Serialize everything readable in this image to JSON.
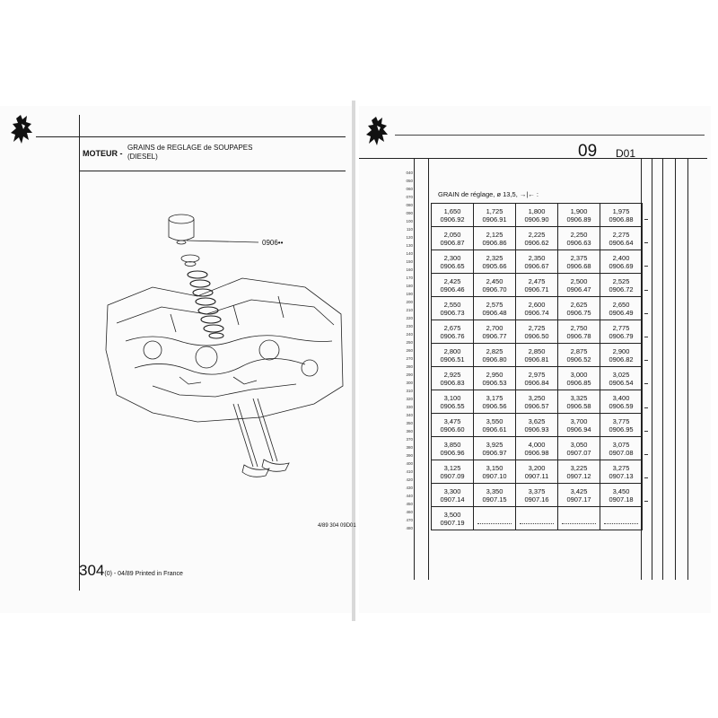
{
  "left_page": {
    "section_label": "MOTEUR -",
    "section_title_line1": "GRAINS de REGLAGE de SOUPAPES",
    "section_title_line2": "(DIESEL)",
    "callout": "0906",
    "figure_ref": "4/89 304  09D01",
    "footer_big": "304",
    "footer_small": "(0) - 04/89 Printed in France"
  },
  "right_page": {
    "chapter_num": "09",
    "chapter_code": "D01",
    "grid_header": "GRAIN de réglage,  ø  13,5,  →|←  :",
    "row_index": [
      "040",
      "050",
      "060",
      "070",
      "080",
      "090",
      "100",
      "110",
      "120",
      "130",
      "140",
      "150",
      "160",
      "170",
      "180",
      "190",
      "200",
      "210",
      "220",
      "230",
      "240",
      "250",
      "260",
      "270",
      "280",
      "290",
      "300",
      "310",
      "320",
      "330",
      "340",
      "350",
      "360",
      "370",
      "380",
      "390",
      "400",
      "410",
      "420",
      "430",
      "440",
      "450",
      "460",
      "470",
      "480"
    ],
    "grid": [
      [
        [
          "1,650",
          "0906.92"
        ],
        [
          "1,725",
          "0906.91"
        ],
        [
          "1,800",
          "0906.90"
        ],
        [
          "1,900",
          "0906.89"
        ],
        [
          "1,975",
          "0906.88"
        ]
      ],
      [
        [
          "2,050",
          "0906.87"
        ],
        [
          "2,125",
          "0906.86"
        ],
        [
          "2,225",
          "0906.62"
        ],
        [
          "2,250",
          "0906.63"
        ],
        [
          "2,275",
          "0906.64"
        ]
      ],
      [
        [
          "2,300",
          "0906.65"
        ],
        [
          "2,325",
          "0905.66"
        ],
        [
          "2,350",
          "0906.67"
        ],
        [
          "2,375",
          "0906.68"
        ],
        [
          "2,400",
          "0906.69"
        ]
      ],
      [
        [
          "2,425",
          "0906.46"
        ],
        [
          "2,450",
          "0906.70"
        ],
        [
          "2,475",
          "0906.71"
        ],
        [
          "2,500",
          "0906.47"
        ],
        [
          "2,525",
          "0906.72"
        ]
      ],
      [
        [
          "2,550",
          "0906.73"
        ],
        [
          "2,575",
          "0906.48"
        ],
        [
          "2,600",
          "0906.74"
        ],
        [
          "2,625",
          "0906.75"
        ],
        [
          "2,650",
          "0906.49"
        ]
      ],
      [
        [
          "2,675",
          "0906.76"
        ],
        [
          "2,700",
          "0906.77"
        ],
        [
          "2,725",
          "0906.50"
        ],
        [
          "2,750",
          "0906.78"
        ],
        [
          "2,775",
          "0906.79"
        ]
      ],
      [
        [
          "2,800",
          "0906.51"
        ],
        [
          "2,825",
          "0906.80"
        ],
        [
          "2,850",
          "0906.81"
        ],
        [
          "2,875",
          "0906.52"
        ],
        [
          "2,900",
          "0906.82"
        ]
      ],
      [
        [
          "2,925",
          "0906.83"
        ],
        [
          "2,950",
          "0906.53"
        ],
        [
          "2,975",
          "0906.84"
        ],
        [
          "3,000",
          "0906.85"
        ],
        [
          "3,025",
          "0906.54"
        ]
      ],
      [
        [
          "3,100",
          "0906.55"
        ],
        [
          "3,175",
          "0906.56"
        ],
        [
          "3,250",
          "0906.57"
        ],
        [
          "3,325",
          "0906.58"
        ],
        [
          "3,400",
          "0906.59"
        ]
      ],
      [
        [
          "3,475",
          "0906.60"
        ],
        [
          "3,550",
          "0906.61"
        ],
        [
          "3,625",
          "0906.93"
        ],
        [
          "3,700",
          "0906.94"
        ],
        [
          "3,775",
          "0906.95"
        ]
      ],
      [
        [
          "3,850",
          "0906.96"
        ],
        [
          "3,925",
          "0906.97"
        ],
        [
          "4,000",
          "0906.98"
        ],
        [
          "3,050",
          "0907.07"
        ],
        [
          "3,075",
          "0907.08"
        ]
      ],
      [
        [
          "3,125",
          "0907.09"
        ],
        [
          "3,150",
          "0907.10"
        ],
        [
          "3,200",
          "0907.11"
        ],
        [
          "3,225",
          "0907.12"
        ],
        [
          "3,275",
          "0907.13"
        ]
      ],
      [
        [
          "3,300",
          "0907.14"
        ],
        [
          "3,350",
          "0907.15"
        ],
        [
          "3,375",
          "0907.16"
        ],
        [
          "3,425",
          "0907.17"
        ],
        [
          "3,450",
          "0907.18"
        ]
      ],
      [
        [
          "3,500",
          "0907.19"
        ],
        [
          "",
          ""
        ],
        [
          "",
          ""
        ],
        [
          "",
          ""
        ],
        [
          "",
          ""
        ]
      ]
    ]
  }
}
